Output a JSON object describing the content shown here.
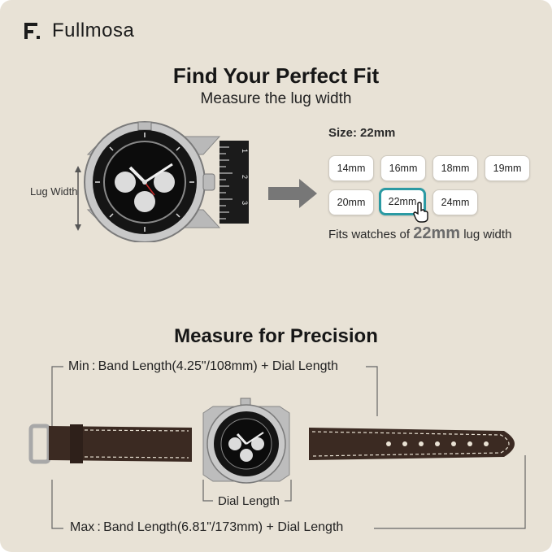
{
  "brand": {
    "name": "Fullmosa",
    "mark": "F."
  },
  "header": {
    "title": "Find Your Perfect Fit",
    "subtitle": "Measure the lug width"
  },
  "lug_label": "Lug Width",
  "size_picker": {
    "label": "Size:",
    "selected": "22mm",
    "options": [
      "14mm",
      "16mm",
      "18mm",
      "19mm",
      "20mm",
      "22mm",
      "24mm"
    ]
  },
  "fit_note": {
    "prefix": "Fits watches of",
    "size": "22mm",
    "suffix": "lug width"
  },
  "ruler": {
    "ticks": [
      "1",
      "2",
      "3"
    ]
  },
  "precision": {
    "title": "Measure for Precision",
    "min_label": "Min : Band Length(4.25\"/108mm) + Dial Length",
    "dial_label": "Dial Length",
    "max_label": "Max : Band Length(6.81\"/173mm) + Dial Length"
  },
  "colors": {
    "background": "#e8e2d6",
    "accent": "#2b9aa3",
    "strap": "#3b2a22",
    "stitch": "#e9e2d4"
  }
}
